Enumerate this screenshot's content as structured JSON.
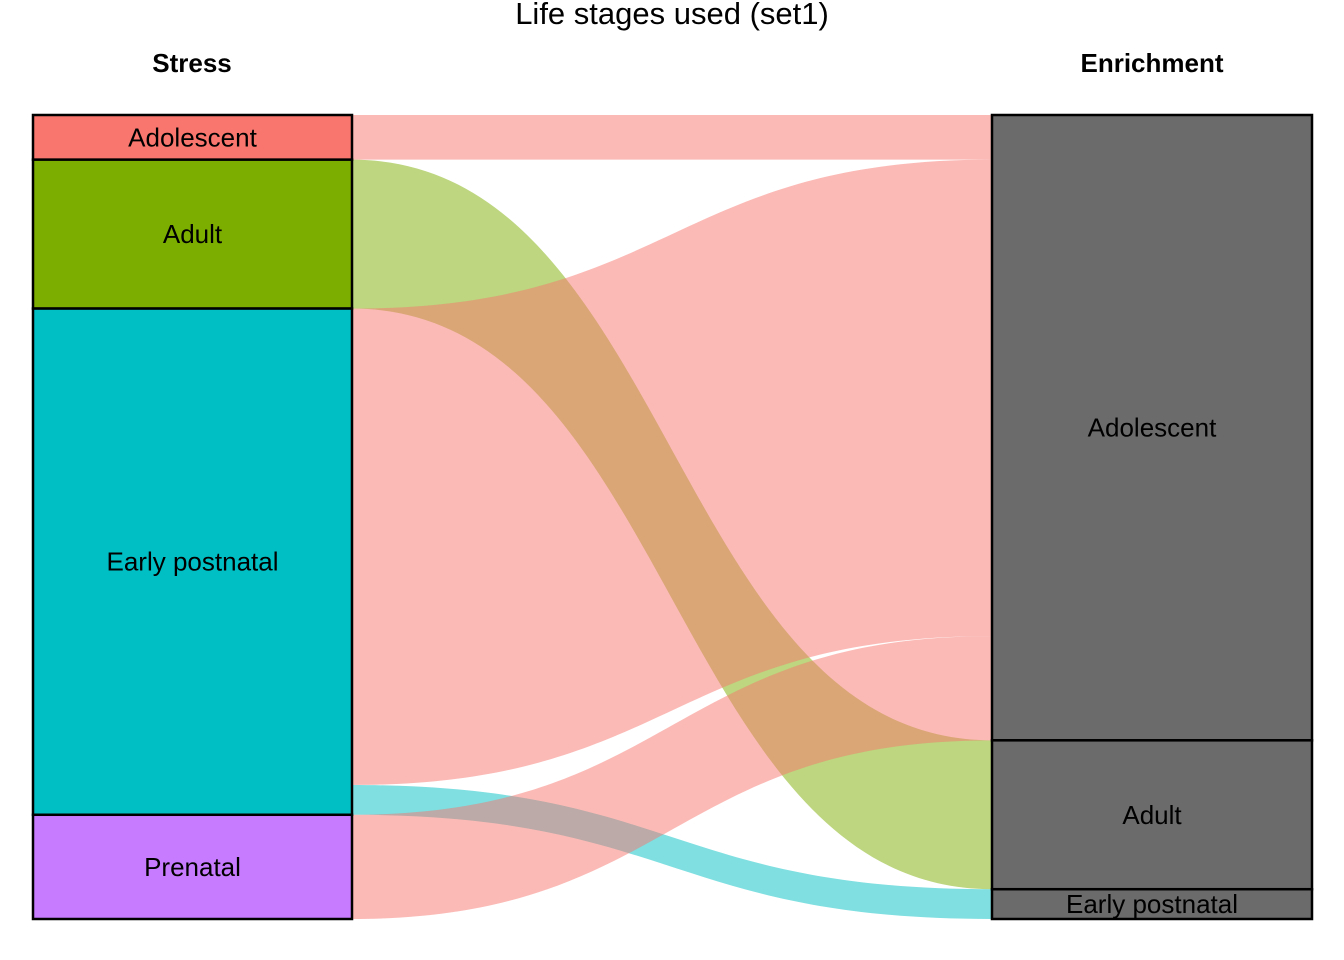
{
  "chart_data": {
    "type": "sankey",
    "title": "Life stages used (set1)",
    "left_axis": {
      "label": "Stress",
      "nodes": [
        {
          "name": "Adolescent",
          "value": 3,
          "color": "#F8766D"
        },
        {
          "name": "Adult",
          "value": 10,
          "color": "#7CAE00"
        },
        {
          "name": "Early postnatal",
          "value": 34,
          "color": "#00BFC4"
        },
        {
          "name": "Prenatal",
          "value": 7,
          "color": "#C77CFF"
        }
      ]
    },
    "right_axis": {
      "label": "Enrichment",
      "nodes": [
        {
          "name": "Adolescent",
          "value": 42,
          "color": "#6B6B6B"
        },
        {
          "name": "Adult",
          "value": 10,
          "color": "#6B6B6B"
        },
        {
          "name": "Early postnatal",
          "value": 2,
          "color": "#6B6B6B"
        }
      ]
    },
    "flows": [
      {
        "from": "Adolescent",
        "to": "Adolescent",
        "value": 3,
        "color": "#F8766D"
      },
      {
        "from": "Adult",
        "to": "Adult",
        "value": 10,
        "color": "#7CAE00"
      },
      {
        "from": "Early postnatal",
        "to": "Adolescent",
        "value": 32,
        "color": "#F8766D"
      },
      {
        "from": "Early postnatal",
        "to": "Early postnatal",
        "value": 2,
        "color": "#00BFC4"
      },
      {
        "from": "Prenatal",
        "to": "Adolescent",
        "value": 7,
        "color": "#F8766D"
      }
    ]
  }
}
